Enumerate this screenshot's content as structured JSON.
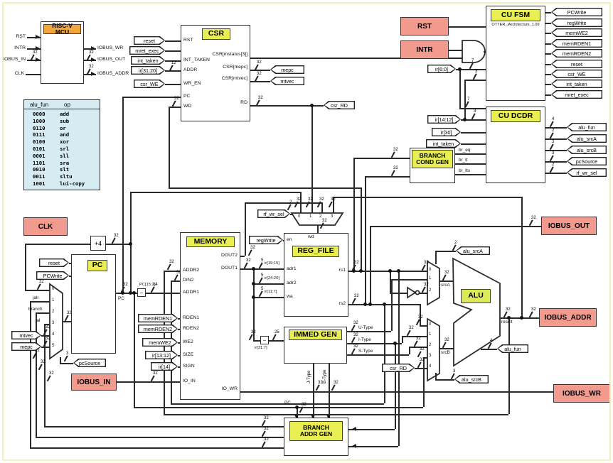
{
  "diagram": {
    "mcu": {
      "title": "RISC-V MCU"
    },
    "table": {
      "col1": "alu_fun",
      "col2": "op",
      "rows": [
        [
          "0000",
          "add"
        ],
        [
          "1000",
          "sub"
        ],
        [
          "0110",
          "or"
        ],
        [
          "0111",
          "and"
        ],
        [
          "0100",
          "xor"
        ],
        [
          "0101",
          "srl"
        ],
        [
          "0001",
          "sll"
        ],
        [
          "1101",
          "sra"
        ],
        [
          "0010",
          "slt"
        ],
        [
          "0011",
          "sltu"
        ],
        [
          "1001",
          "lui-copy"
        ]
      ]
    },
    "csr": {
      "title": "CSR",
      "p_rst": "RST",
      "p_int_taken": "INT_TAKEN",
      "p_addr": "ADDR",
      "p_wr_en": "WR_EN",
      "p_pc": "PC",
      "p_wd": "WD",
      "p_mstatus": "CSR[mstatus[3]]",
      "p_mepc": "CSR[mepc]",
      "p_mtvec": "CSR[mtvec]",
      "p_rd": "RD"
    },
    "cu_fsm": {
      "title": "CU FSM",
      "subtitle": "OTTER_iArchitecture_1.09",
      "outputs": [
        "PCWrite",
        "regWrite",
        "memWE2",
        "memRDEN1",
        "memRDEN2",
        "reset",
        "csr_WE",
        "int_taken",
        "mret_exec"
      ]
    },
    "cu_dcdr": {
      "title": "CU DCDR",
      "outputs": [
        "alu_fun",
        "alu_srcA",
        "alu_srcB",
        "pcSource",
        "rf_wr_sel"
      ]
    },
    "bcg": {
      "label": "BRANCH\nCOND GEN",
      "br_eq": "br_eq",
      "br_lt": "br_lt",
      "br_ltu": "br_ltu"
    },
    "bag": {
      "label": "BRANCH\nADDR GEN"
    },
    "memory": {
      "title": "MEMORY",
      "addr2": "ADDR2",
      "din2": "DIN2",
      "addr1": "ADDR1",
      "rden1": "RDEN1",
      "rden2": "RDEN2",
      "we2": "WE2",
      "size": "SIZE",
      "sign": "SIGN",
      "io_in": "IO_IN",
      "dout2": "DOUT2",
      "dout1": "DOUT1",
      "io_wr": "IO_WR"
    },
    "regfile": {
      "title": "REG_FILE",
      "wd": "wd",
      "en": "en",
      "adr1": "adr1",
      "adr2": "adr2",
      "wa": "wa",
      "rs1": "rs1",
      "rs2": "rs2"
    },
    "immed": {
      "title": "IMMED GEN"
    },
    "alu": {
      "title": "ALU",
      "srca": "srcA",
      "srcb": "srcB",
      "result": "result"
    },
    "pc": {
      "title": "PC",
      "plus4": "+4"
    },
    "pins": {
      "clk": "CLK",
      "rst": "RST",
      "intr": "INTR",
      "iobus_in": "IOBUS_IN",
      "iobus_out": "IOBUS_OUT",
      "iobus_addr": "IOBUS_ADDR",
      "iobus_wr": "IOBUS_WR"
    },
    "tags": {
      "reset": "reset",
      "mret_exec": "mret_exec",
      "int_taken": "int_taken",
      "ir31_20": "ir[31:20]",
      "csr_we": "csr_WE",
      "mepc": "mepc",
      "mtvec": "mtvec",
      "csr_rd": "csr_RD",
      "ir6_0": "ir[6:0]",
      "ir14_12": "ir[14:12]",
      "ir30": "ir[30]",
      "regwrite": "regWrite",
      "memrden1": "memRDEN1",
      "memrden2": "memRDEN2",
      "memwe2": "memWE2",
      "ir13_12": "ir[13:12]",
      "ir14": "ir[14]",
      "rf_wr_sel": "rf_wr_sel",
      "pcsource": "pcSource",
      "pcwrite": "PCWrite",
      "alu_fun": "alu_fun",
      "alu_srca": "alu_srcA",
      "alu_srcb": "alu_srcB"
    },
    "wire_labels": {
      "jalr": "jalr",
      "branch": "branch",
      "jal": "jal",
      "pc": "PC",
      "pc15_2": "PC[15:2]",
      "ir31_7": "ir[31:7]",
      "ir19_15": "ir[19:15]",
      "ir24_20": "ir[24:20]",
      "ir11_7": "ir[11:7]",
      "u_type": "U-Type",
      "i_type": "I-Type",
      "s_type": "S-Type",
      "j_type": "J-Type",
      "b_type": "B-Type",
      "trunc": "–"
    },
    "mux": {
      "n0": "0",
      "n1": "1",
      "n2": "2",
      "n3": "3",
      "n4": "4",
      "n5": "5"
    },
    "bus": {
      "w32": "32",
      "w25": "25",
      "w14": "14",
      "w12": "12",
      "w7": "7",
      "w5": "5",
      "w4": "4",
      "w3": "3",
      "w2": "2"
    },
    "colors": {
      "chip_yellow": "#e9ef52",
      "chip_orange": "#f2a53b",
      "pin_pink": "#f29a8e",
      "table_blue": "#d6ecf2",
      "wire": "#2a2a2a"
    }
  }
}
